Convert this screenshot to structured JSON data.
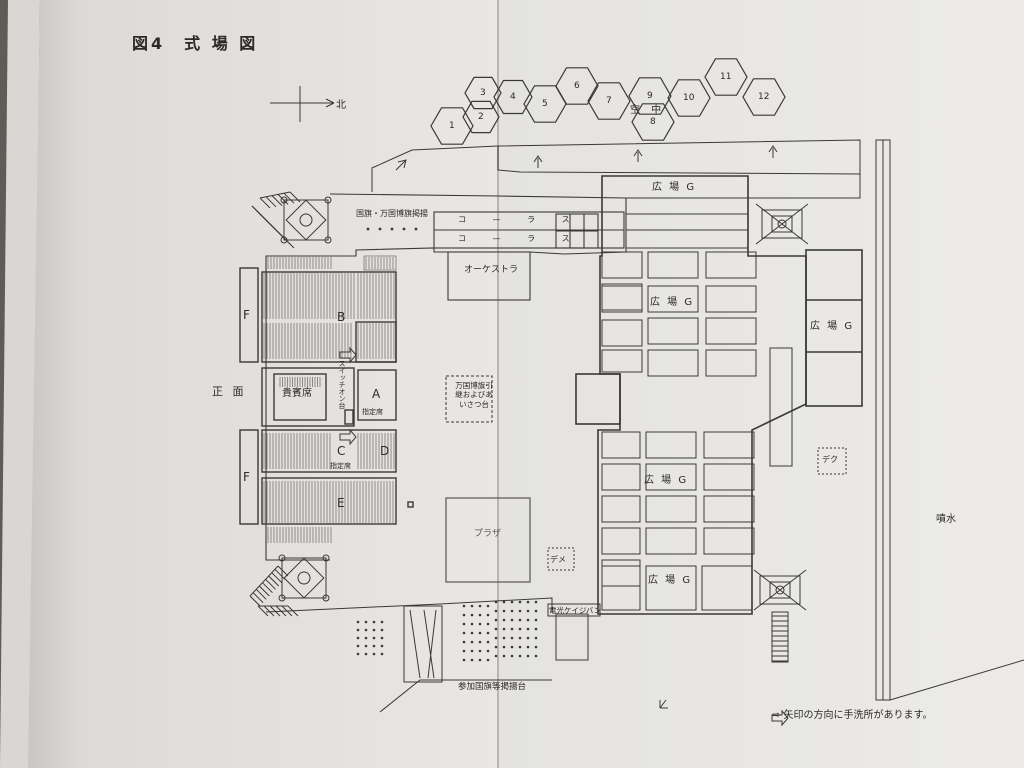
{
  "title": "図4　式 場 図",
  "north": "北",
  "front": "正 面",
  "fountain": "噴水",
  "legend": "⇨ 矢印の方向に手洗所があります。",
  "orchestra": "オーケストラ",
  "plaza": "プラザ",
  "terrace_label": "コ — ラ ス",
  "flags_header": "国旗・万国博旗掲揚",
  "flags_footer": "参加国旗等掲揚台",
  "signboard": "電光ケイジバン",
  "deku": "デク",
  "deme": "デメ",
  "vip": "貴賓席",
  "switch": "スイッチオン台",
  "greeting": "万国博旗引継およびあいさつ台",
  "reserved_seats": "指定席",
  "seating": {
    "A": "A",
    "B": "B",
    "C": "C",
    "D": "D",
    "E": "E",
    "F": "F"
  },
  "plaza_g": "広 場 G",
  "aerial": "空 中",
  "hexagons": [
    "1",
    "2",
    "3",
    "4",
    "5",
    "6",
    "7",
    "8",
    "9",
    "10",
    "11",
    "12"
  ]
}
